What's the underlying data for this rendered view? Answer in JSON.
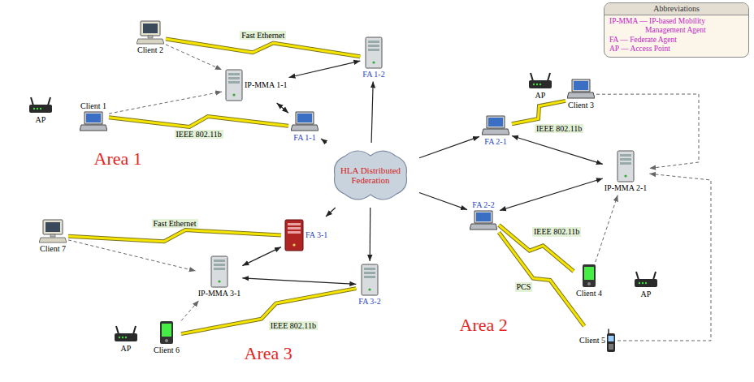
{
  "diagram": {
    "nodes": [
      {
        "text": [
          "Abbreviations",
          "IP-MMA — IP-based Mobility Management Agent",
          "FA — Federate Agent",
          "AP — Access Point"
        ]
      },
      {
        "text": [
          "Area 1"
        ]
      },
      {
        "text": [
          "Client 2"
        ],
        "in": 1
      },
      {
        "text": [
          "IP-MMA 1-1"
        ],
        "in": 1
      },
      {
        "text": [
          "FA 1-2"
        ],
        "in": 1
      },
      {
        "text": [
          "AP"
        ],
        "in": 1
      },
      {
        "text": [
          "Client 1"
        ],
        "in": 1
      },
      {
        "text": [
          "FA 1-1"
        ],
        "in": 1
      },
      {
        "text": [
          "HLA Distributed Federation"
        ]
      },
      {
        "text": [
          "Area 2"
        ]
      },
      {
        "text": [
          "FA 2-1"
        ],
        "in": 9
      },
      {
        "text": [
          "AP"
        ],
        "in": 9
      },
      {
        "text": [
          "Client 3"
        ],
        "in": 9
      },
      {
        "text": [
          "IP-MMA 2-1"
        ],
        "in": 9
      },
      {
        "text": [
          "FA 2-2"
        ],
        "in": 9
      },
      {
        "text": [
          "Client 4"
        ],
        "in": 9
      },
      {
        "text": [
          "AP"
        ],
        "in": 9
      },
      {
        "text": [
          "Client 5"
        ],
        "in": 9
      },
      {
        "text": [
          "Area 3"
        ]
      },
      {
        "text": [
          "Client 7"
        ],
        "in": 18
      },
      {
        "text": [
          "FA 3-1"
        ],
        "in": 18
      },
      {
        "text": [
          "IP-MMA 3-1"
        ],
        "in": 18
      },
      {
        "text": [
          "FA 3-2"
        ],
        "in": 18
      },
      {
        "text": [
          "AP"
        ],
        "in": 18
      },
      {
        "text": [
          "Client 6"
        ],
        "in": 18
      }
    ],
    "edges": [
      {
        "from": 2,
        "to": 3,
        "arrow": "to"
      },
      {
        "from": 2,
        "to": 4,
        "label": "Fast Ethernet",
        "arrow": "none"
      },
      {
        "from": 6,
        "to": 3,
        "arrow": "to"
      },
      {
        "from": 6,
        "to": 7,
        "label": "IEEE 802.11b",
        "arrow": "none"
      },
      {
        "from": 3,
        "to": 4,
        "arrow": "both"
      },
      {
        "from": 3,
        "to": 7,
        "arrow": "both"
      },
      {
        "from": 8,
        "to": 7,
        "arrow": "to"
      },
      {
        "from": 8,
        "to": 4,
        "arrow": "to"
      },
      {
        "from": 8,
        "to": 10,
        "arrow": "to"
      },
      {
        "from": 8,
        "to": 14,
        "arrow": "to"
      },
      {
        "from": 8,
        "to": 20,
        "arrow": "to"
      },
      {
        "from": 8,
        "to": 22,
        "arrow": "to"
      },
      {
        "from": 12,
        "to": 10,
        "label": "IEEE 802.11b",
        "arrow": "none"
      },
      {
        "from": 12,
        "to": 13,
        "arrow": "to"
      },
      {
        "from": 13,
        "to": 10,
        "arrow": "both"
      },
      {
        "from": 13,
        "to": 14,
        "arrow": "both"
      },
      {
        "from": 14,
        "to": 15,
        "label": "IEEE 802.11b",
        "arrow": "none"
      },
      {
        "from": 14,
        "to": 17,
        "label": "PCS",
        "arrow": "none"
      },
      {
        "from": 15,
        "to": 13,
        "arrow": "to"
      },
      {
        "from": 17,
        "to": 13,
        "arrow": "to"
      },
      {
        "from": 19,
        "to": 20,
        "label": "Fast Ethernet",
        "arrow": "none"
      },
      {
        "from": 19,
        "to": 21,
        "arrow": "to"
      },
      {
        "from": 21,
        "to": 20,
        "arrow": "both"
      },
      {
        "from": 21,
        "to": 22,
        "arrow": "both"
      },
      {
        "from": 24,
        "to": 21,
        "arrow": "to"
      },
      {
        "from": 24,
        "to": 22,
        "label": "IEEE 802.11b",
        "arrow": "none"
      }
    ]
  }
}
